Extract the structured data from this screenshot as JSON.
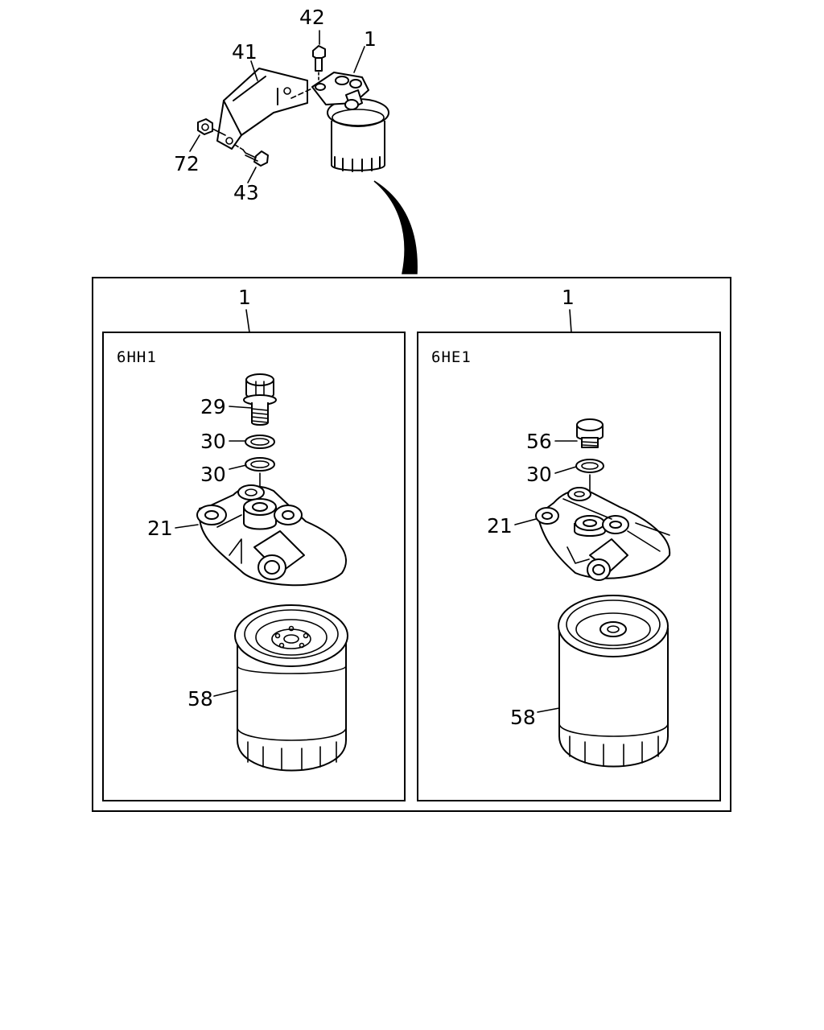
{
  "overview": {
    "callouts": {
      "c42": "42",
      "c1": "1",
      "c41": "41",
      "c72": "72",
      "c43": "43"
    }
  },
  "panels": [
    {
      "ref": "1",
      "variant": "6HH1",
      "callouts": {
        "c29": "29",
        "c30a": "30",
        "c30b": "30",
        "c21": "21",
        "c58": "58"
      }
    },
    {
      "ref": "1",
      "variant": "6HE1",
      "callouts": {
        "c56": "56",
        "c30": "30",
        "c21": "21",
        "c58": "58"
      }
    }
  ],
  "colors": {
    "line": "#000000",
    "background": "#ffffff"
  }
}
